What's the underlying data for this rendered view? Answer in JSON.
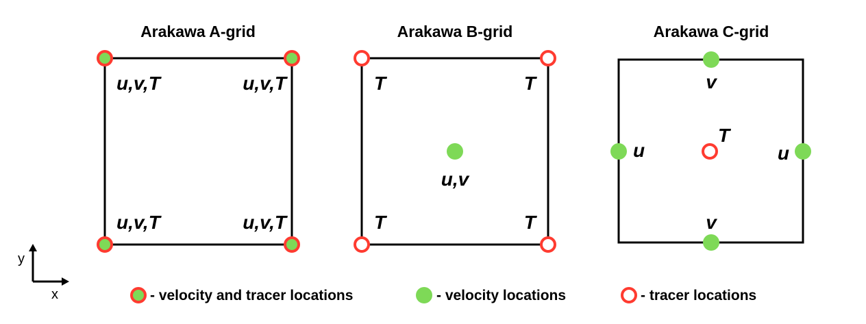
{
  "colors": {
    "velocity": "#7ed957",
    "tracer": "#ff3b30",
    "line": "#000000"
  },
  "grids": [
    {
      "title": "Arakawa A-grid",
      "labels": [
        "u,v,T",
        "u,v,T",
        "u,v,T",
        "u,v,T"
      ]
    },
    {
      "title": "Arakawa B-grid",
      "labels": [
        "T",
        "T",
        "T",
        "T",
        "u,v"
      ]
    },
    {
      "title": "Arakawa C-grid",
      "labels": [
        "v",
        "v",
        "u",
        "u",
        "T"
      ]
    }
  ],
  "axes": {
    "x": "x",
    "y": "y"
  },
  "legend": [
    {
      "label": "- velocity and tracer locations",
      "marker": "velocity-and-tracer"
    },
    {
      "label": "- velocity locations",
      "marker": "velocity"
    },
    {
      "label": "- tracer locations",
      "marker": "tracer"
    }
  ]
}
